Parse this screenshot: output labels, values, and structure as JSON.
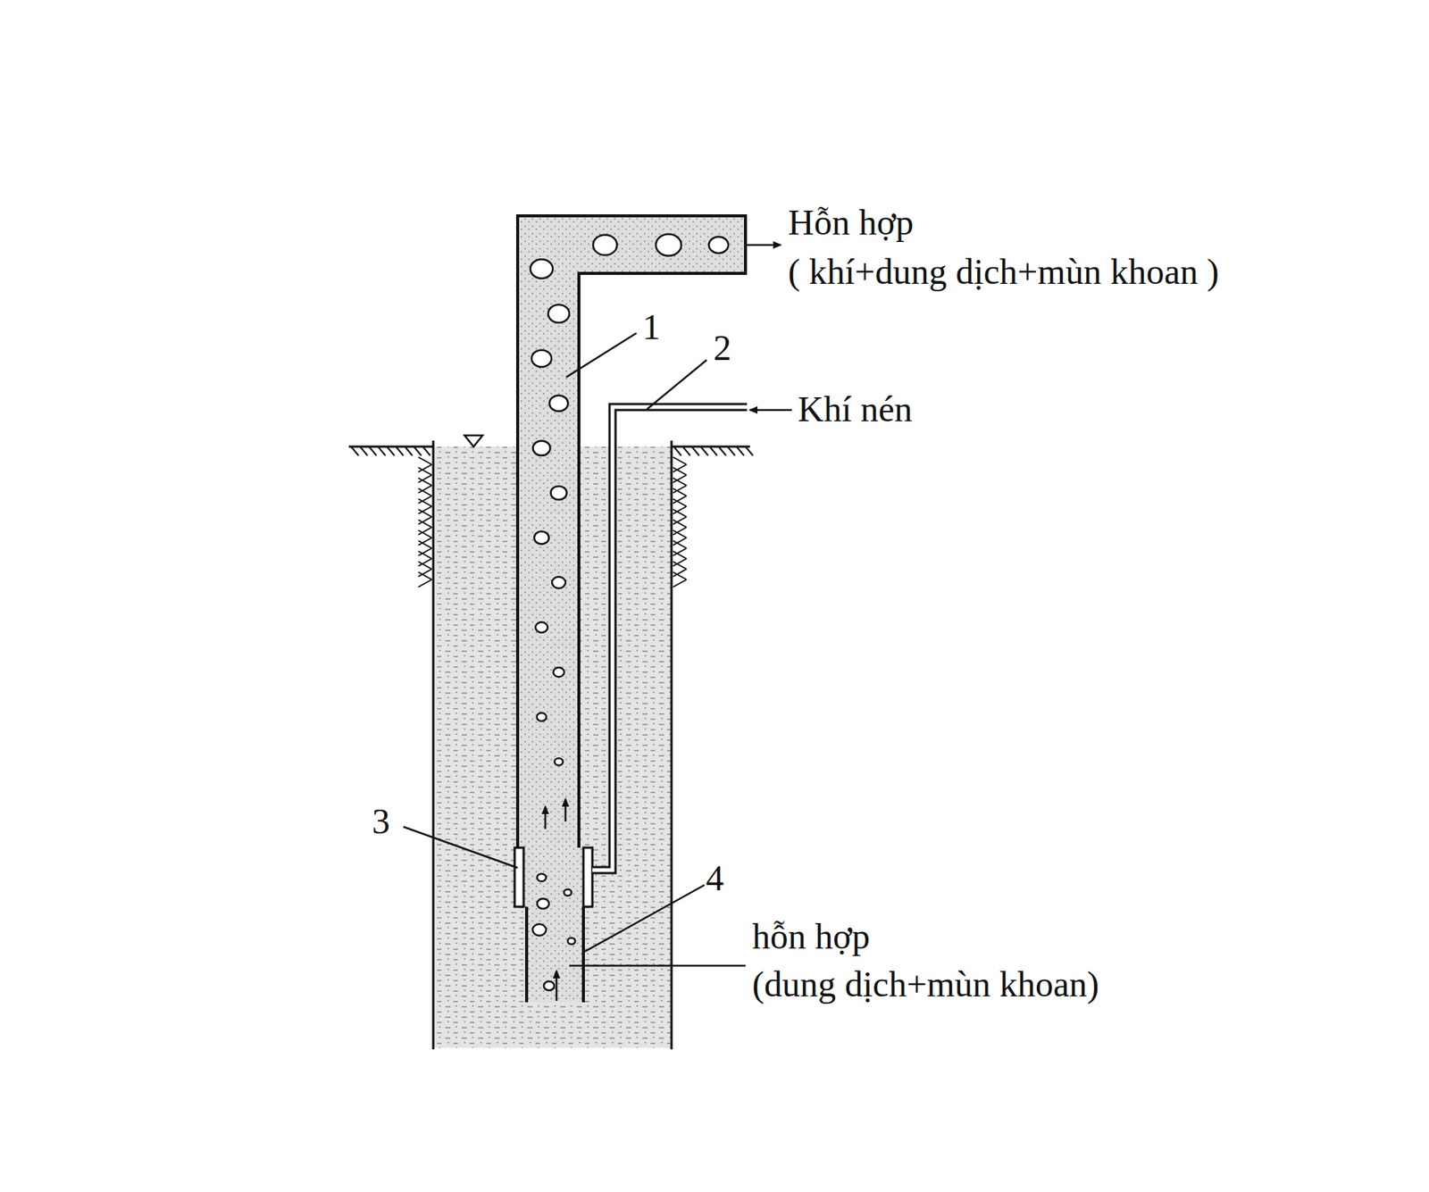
{
  "diagram": {
    "labels": [
      "Hỗn hợp",
      "( khí+dung dịch+mùn khoan )",
      "1",
      "2",
      "Khí nén",
      "3",
      "4",
      "hỗn hợp",
      "(dung dịch+mùn khoan)"
    ]
  }
}
